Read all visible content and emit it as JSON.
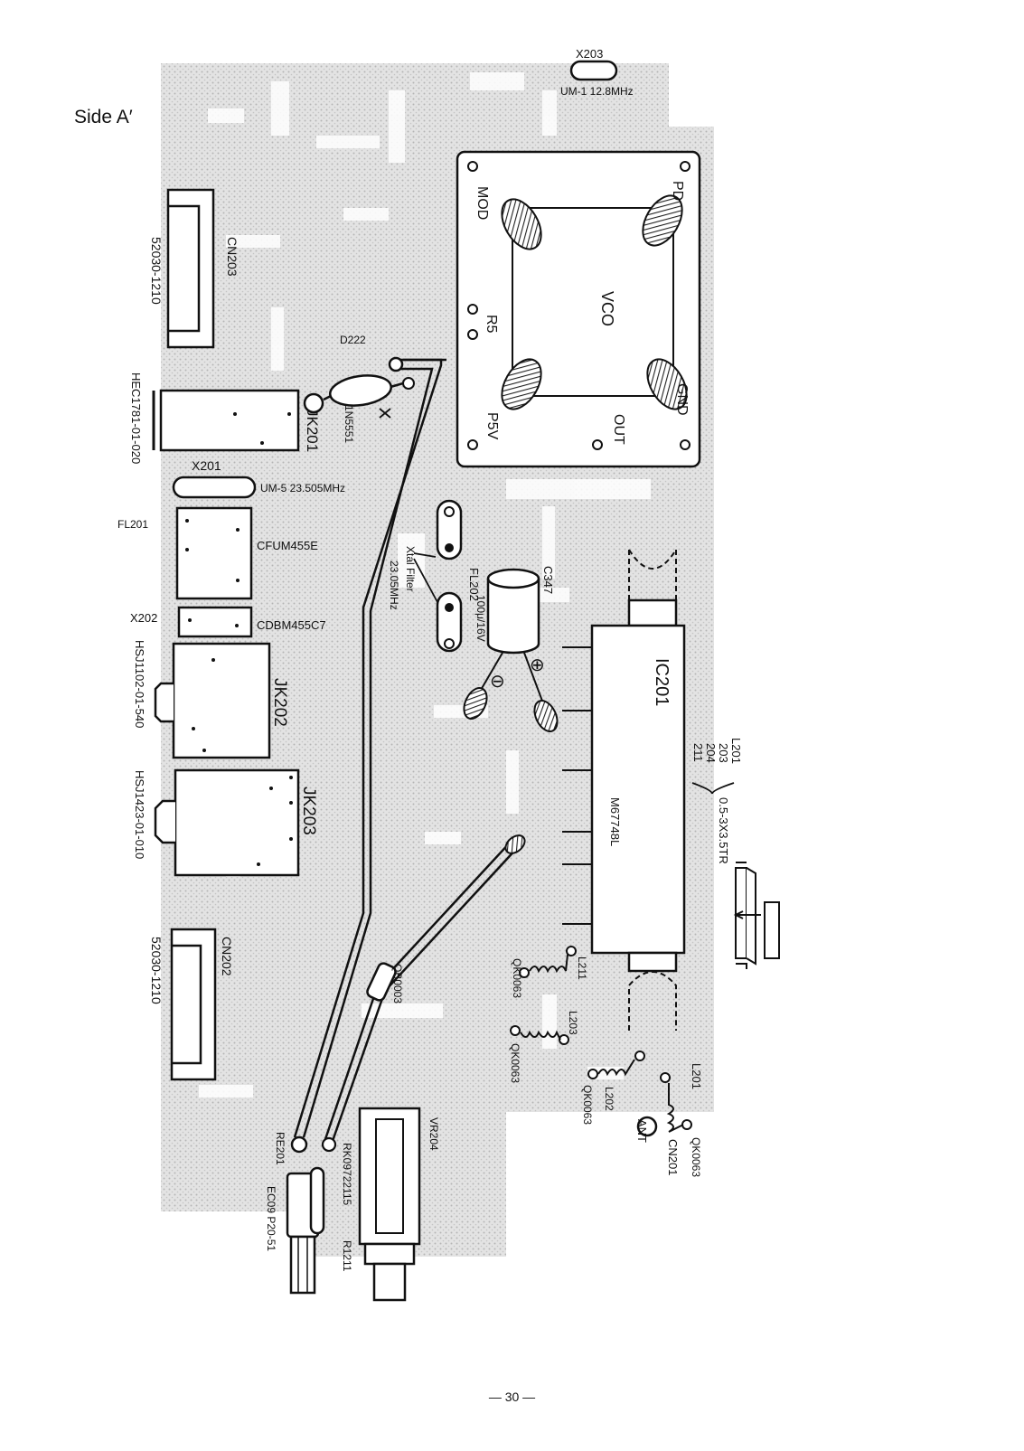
{
  "page": {
    "side_label": "Side A′",
    "page_number": "— 30 —"
  },
  "vco_module": {
    "label": "VCO",
    "pins": {
      "mod": "MOD",
      "pd": "PD",
      "r5": "R5",
      "gnd": "GND",
      "p5v": "P5V",
      "out": "OUT"
    }
  },
  "components": {
    "x203": {
      "ref": "X203",
      "part": "UM-1 12.8MHz"
    },
    "cn203": {
      "ref": "CN203",
      "part": "52030-1210"
    },
    "d222": {
      "ref": "D222",
      "part": "1N5551"
    },
    "jk201": {
      "ref": "JK201",
      "part": "HEC1781-01-020"
    },
    "x201": {
      "ref": "X201",
      "part": "UM-5 23.505MHz"
    },
    "fl201": {
      "ref": "FL201",
      "part": "CFUM455E"
    },
    "x202": {
      "ref": "X202",
      "part": "CDBM455C7"
    },
    "jk202": {
      "ref": "JK202",
      "part": "HSJ1102-01-540"
    },
    "jk203": {
      "ref": "JK203",
      "part": "HSJ1423-01-010"
    },
    "cn202": {
      "ref": "CN202",
      "part": "52030-1210"
    },
    "fl202": {
      "ref": "FL202",
      "note_1": "Xtal Filter",
      "note_2": "23.05MHz"
    },
    "c347": {
      "ref": "C347",
      "part": "100μ/16V",
      "plus": "⊕",
      "minus": "⊖"
    },
    "ic201": {
      "ref": "IC201",
      "part": "M67748L"
    },
    "coils": {
      "refs": [
        "L201",
        "203",
        "204",
        "211"
      ],
      "part": "0.5-3X3.5TR"
    },
    "l211": {
      "ref": "L211",
      "part": "QK0063"
    },
    "l203": {
      "ref": "L203",
      "part": "QK0063"
    },
    "l202": {
      "ref": "L202",
      "part": "QK0063"
    },
    "l201": {
      "ref": "L201",
      "part": "QK0063"
    },
    "cn201": {
      "ref": "CN201",
      "note": "ANT"
    },
    "q_wire": {
      "part": "QB0003"
    },
    "vr204": {
      "ref": "VR204",
      "part": "RK09722115"
    },
    "re201": {
      "ref": "RE201",
      "part": "EC09 P20-51"
    },
    "r1211": {
      "ref": "R1211"
    }
  },
  "colors": {
    "ink": "#111111",
    "board_shade": "#d9d9d9",
    "paper": "#ffffff"
  }
}
